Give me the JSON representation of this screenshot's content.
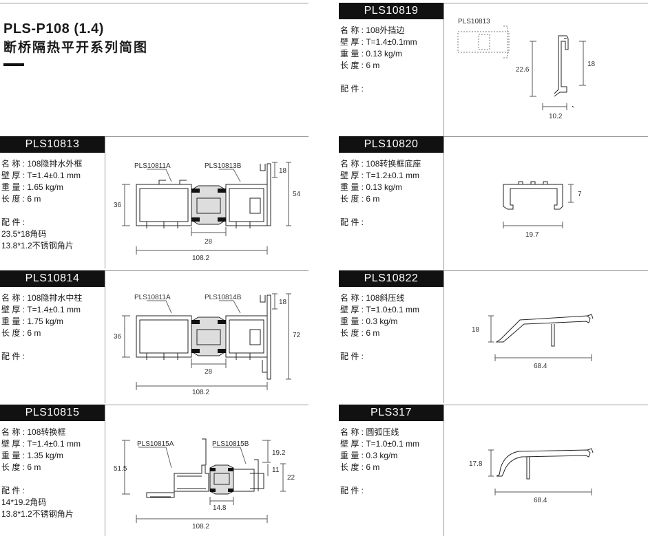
{
  "header": {
    "title": "PLS-P108 (1.4)",
    "subtitle": "断桥隔热平开系列简图"
  },
  "field_labels": {
    "name": "名 称 : ",
    "wall": "壁 厚 : ",
    "weight": "重 量 : ",
    "length": "长 度 : ",
    "accessories": "配 件 :"
  },
  "products": {
    "p10813": {
      "code": "PLS10813",
      "name": "108隐排水外框",
      "wall": "T=1.4±0.1 mm",
      "weight": "1.65 kg/m",
      "length": "6 m",
      "accessories": [
        "23.5*18角码",
        "13.8*1.2不锈钢角片"
      ],
      "labels": [
        "PLS10811A",
        "PLS10813B"
      ],
      "dims": [
        "36",
        "18",
        "54",
        "28",
        "108.2"
      ]
    },
    "p10814": {
      "code": "PLS10814",
      "name": "108隐排水中柱",
      "wall": "T=1.4±0.1 mm",
      "weight": "1.75 kg/m",
      "length": "6 m",
      "accessories": [],
      "labels": [
        "PLS10811A",
        "PLS10814B"
      ],
      "dims": [
        "36",
        "18",
        "72",
        "28",
        "108.2"
      ]
    },
    "p10815": {
      "code": "PLS10815",
      "name": "108转换框",
      "wall": "T=1.4±0.1 mm",
      "weight": "1.35 kg/m",
      "length": "6 m",
      "accessories": [
        "14*19.2角码",
        "13.8*1.2不锈钢角片"
      ],
      "labels": [
        "PLS10815A",
        "PLS10815B"
      ],
      "dims": [
        "51.5",
        "19.2",
        "11",
        "22",
        "14.8",
        "108.2"
      ]
    },
    "p10819": {
      "code": "PLS10819",
      "name": "108外挡边",
      "wall": "T=1.4±0.1mm",
      "weight": "0.13 kg/m",
      "length": "6 m",
      "accessories": [],
      "labels": [
        "PLS10813"
      ],
      "dims": [
        "22.6",
        "18",
        "10.2"
      ]
    },
    "p10820": {
      "code": "PLS10820",
      "name": "108转换框底座",
      "wall": "T=1.2±0.1 mm",
      "weight": "0.13 kg/m",
      "length": "6 m",
      "accessories": [],
      "labels": [],
      "dims": [
        "7",
        "19.7"
      ]
    },
    "p10822": {
      "code": "PLS10822",
      "name": "108斜压线",
      "wall": "T=1.0±0.1 mm",
      "weight": "0.3 kg/m",
      "length": "6 m",
      "accessories": [],
      "labels": [],
      "dims": [
        "18",
        "68.4"
      ]
    },
    "p317": {
      "code": "PLS317",
      "name": "圆弧压线",
      "wall": "T=1.0±0.1 mm",
      "weight": "0.3 kg/m",
      "length": "6 m",
      "accessories": [],
      "labels": [],
      "dims": [
        "17.8",
        "68.4"
      ]
    }
  }
}
